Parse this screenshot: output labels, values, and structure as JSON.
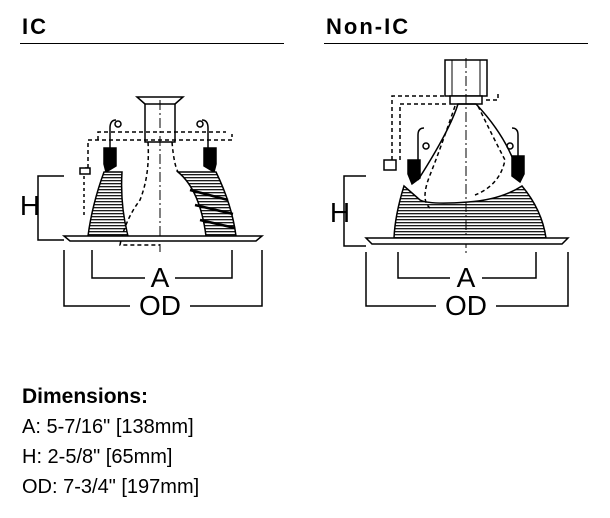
{
  "sections": {
    "ic": {
      "title": "IC"
    },
    "nonic": {
      "title": "Non-IC"
    }
  },
  "labels": {
    "a": "A",
    "h": "H",
    "od": "OD"
  },
  "dimensions": {
    "title": "Dimensions:",
    "items": [
      {
        "text": "A: 5-7/16\" [138mm]"
      },
      {
        "text": "H: 2-5/8\" [65mm]"
      },
      {
        "text": "OD: 7-3/4\" [197mm]"
      }
    ]
  }
}
